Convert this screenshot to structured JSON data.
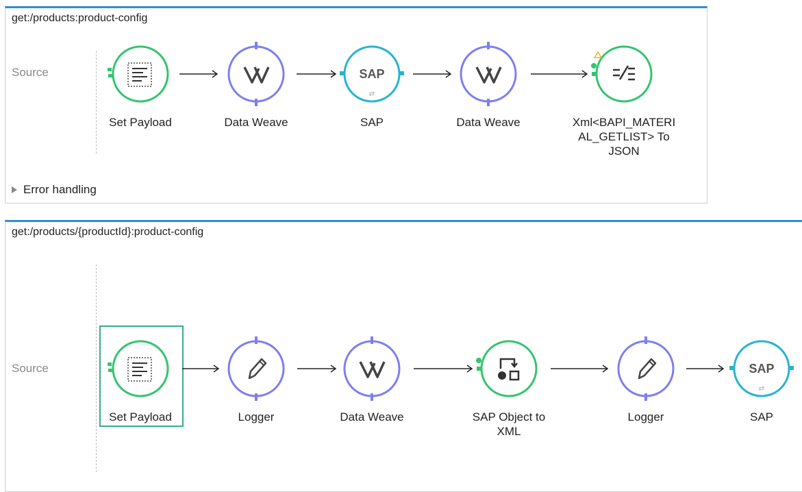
{
  "flows": [
    {
      "title": "get:/products:product-config",
      "source_label": "Source",
      "error_handling_label": "Error handling",
      "nodes": [
        {
          "label": "Set Payload",
          "icon": "set-payload-icon"
        },
        {
          "label": "Data Weave",
          "icon": "dataweave-icon"
        },
        {
          "label": "SAP",
          "icon": "sap-icon",
          "icon_text": "SAP"
        },
        {
          "label": "Data Weave",
          "icon": "dataweave-icon"
        },
        {
          "label": "Xml<BAPI_MATERI\nAL_GETLIST> To\nJSON",
          "icon": "transformer-icon",
          "warning": true
        }
      ]
    },
    {
      "title": "get:/products/{productId}:product-config",
      "source_label": "Source",
      "nodes": [
        {
          "label": "Set Payload",
          "icon": "set-payload-icon",
          "selected": true
        },
        {
          "label": "Logger",
          "icon": "logger-icon"
        },
        {
          "label": "Data Weave",
          "icon": "dataweave-icon"
        },
        {
          "label": "SAP Object to\nXML",
          "icon": "sap-object-to-xml-icon"
        },
        {
          "label": "Logger",
          "icon": "logger-icon"
        },
        {
          "label": "SAP",
          "icon": "sap-icon",
          "icon_text": "SAP"
        }
      ]
    }
  ],
  "colors": {
    "green": "#35c46f",
    "purple": "#7d7ff0",
    "teal": "#27b4d0",
    "header_blue": "#2e8ed6",
    "selection": "#3aaa8c",
    "warning": "#f0b51d"
  }
}
